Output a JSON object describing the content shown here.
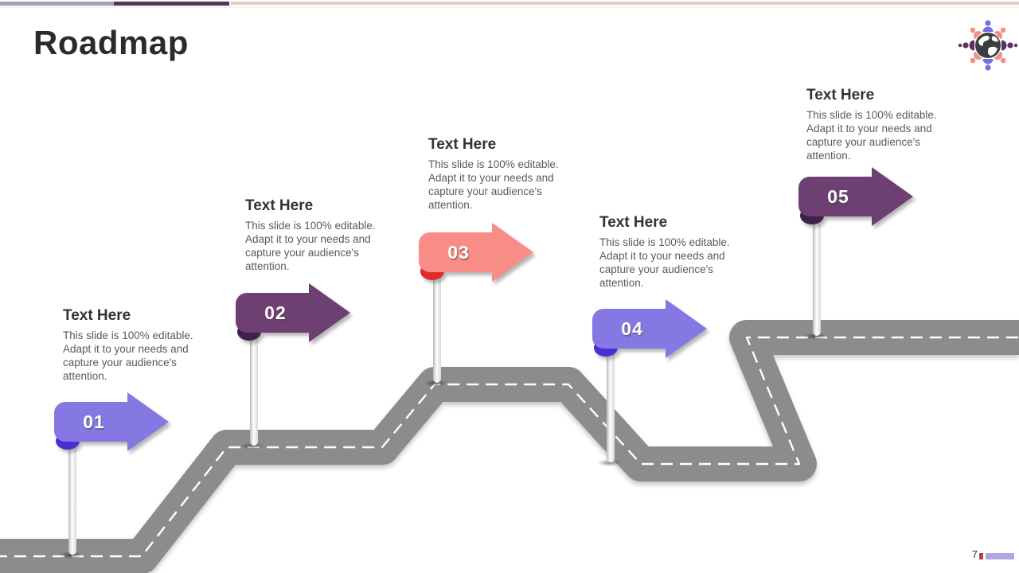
{
  "slide": {
    "title": "Roadmap"
  },
  "top_bar": {
    "segment_colors": [
      "#a69ebd",
      "#4c3756",
      "#e5c8c7"
    ]
  },
  "logo": {
    "name": "people-around-globe-icon",
    "globe_color": "#3d3d3d",
    "person_colors": [
      "#7a6ce2",
      "#f0908a",
      "#5c2f60"
    ]
  },
  "road": {
    "color": "#8c8c8c",
    "centerline_color": "#ffffff"
  },
  "milestones": [
    {
      "number": "01",
      "title": "Text Here",
      "description": "This slide is 100% editable. Adapt it to your needs and capture your audience's attention.",
      "color": "#8678e2",
      "curl_color": "#4a2ed2"
    },
    {
      "number": "02",
      "title": "Text Here",
      "description": "This slide is 100% editable. Adapt it to your needs and capture your audience's attention.",
      "color": "#6e3f72",
      "curl_color": "#3f2147"
    },
    {
      "number": "03",
      "title": "Text Here",
      "description": "This slide is 100% editable. Adapt it to your needs and capture your audience's attention.",
      "color": "#f88d87",
      "curl_color": "#e02b28"
    },
    {
      "number": "04",
      "title": "Text Here",
      "description": "This slide is 100% editable. Adapt it to your needs and capture your audience's attention.",
      "color": "#8678e2",
      "curl_color": "#4a2ed2"
    },
    {
      "number": "05",
      "title": "Text Here",
      "description": "This slide is 100% editable. Adapt it to your needs and capture your audience's attention.",
      "color": "#6e3f72",
      "curl_color": "#3f2147"
    }
  ],
  "footer": {
    "page_number": "7",
    "accent_bar_colors": [
      "#b0453f",
      "#b2a6e2"
    ]
  }
}
